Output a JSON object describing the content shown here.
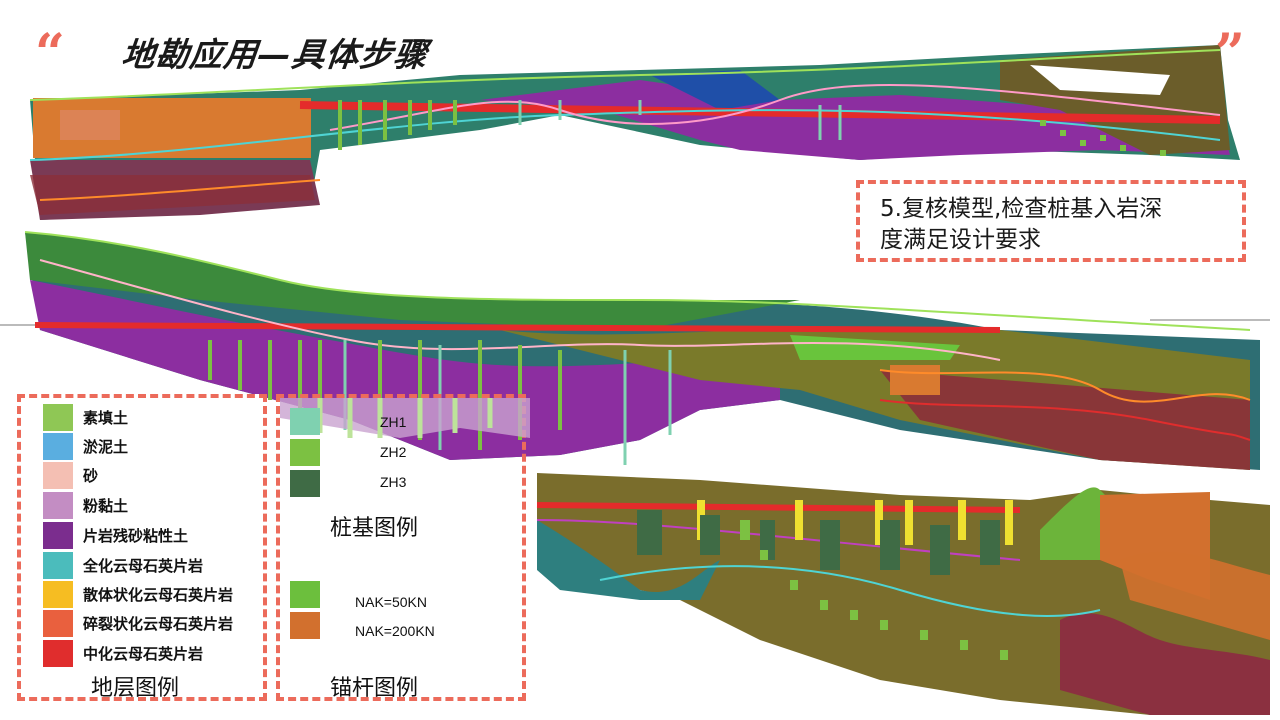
{
  "slide": {
    "title": "地勘应用—具体步骤",
    "quote_open": "“",
    "quote_close": "”",
    "accent_color": "#ec6b5b"
  },
  "callout": {
    "line1": "5.复核模型,检查桩基入岩深",
    "line2": "度满足设计要求"
  },
  "strata_legend": {
    "title": "地层图例",
    "items": [
      {
        "label": "素填土",
        "color": "#8fc755"
      },
      {
        "label": "淤泥土",
        "color": "#5aaee0"
      },
      {
        "label": "砂",
        "color": "#f4bfb3"
      },
      {
        "label": "粉黏土",
        "color": "#c38dc3"
      },
      {
        "label": "片岩残砂粘性土",
        "color": "#7b2d8e"
      },
      {
        "label": "全化云母石英片岩",
        "color": "#4bbcbc"
      },
      {
        "label": "散体状化云母石英片岩",
        "color": "#f6bd22"
      },
      {
        "label": "碎裂状化云母石英片岩",
        "color": "#e9603e"
      },
      {
        "label": "中化云母石英片岩",
        "color": "#e02d2d"
      }
    ]
  },
  "pile_legend": {
    "title": "桩基图例",
    "items": [
      {
        "label": "ZH1",
        "color": "#7fd1b0"
      },
      {
        "label": "ZH2",
        "color": "#7cc142"
      },
      {
        "label": "ZH3",
        "color": "#3f6b45"
      }
    ]
  },
  "anchor_legend": {
    "title": "锚杆图例",
    "items": [
      {
        "label": "NAK=50KN",
        "color": "#6cbf3d"
      },
      {
        "label": "NAK=200KN",
        "color": "#d2702e"
      }
    ]
  }
}
